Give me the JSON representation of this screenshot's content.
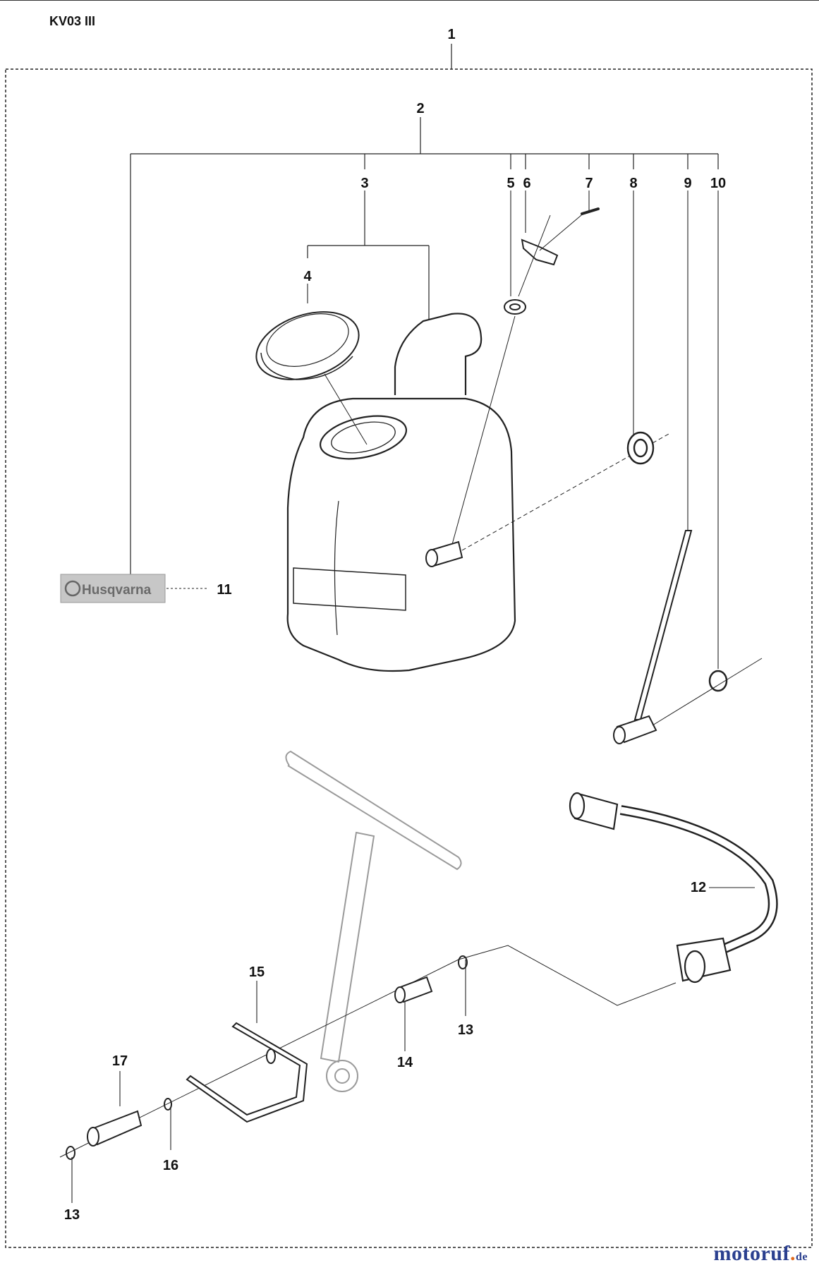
{
  "header": {
    "model": "KV03 III"
  },
  "logo_text": "Husqvarna",
  "watermark": {
    "brand": "motoruf",
    "tld": "de"
  },
  "callouts": {
    "c1": "1",
    "c2": "2",
    "c3": "3",
    "c4": "4",
    "c5": "5",
    "c6": "6",
    "c7": "7",
    "c8": "8",
    "c9": "9",
    "c10": "10",
    "c11": "11",
    "c12": "12",
    "c13a": "13",
    "c13b": "13",
    "c14": "14",
    "c15": "15",
    "c16": "16",
    "c17": "17"
  },
  "colors": {
    "line": "#222222",
    "ghost": "#9a9a9a",
    "logo_bg": "#c7c7c7",
    "watermark": "#2a3f8f"
  }
}
